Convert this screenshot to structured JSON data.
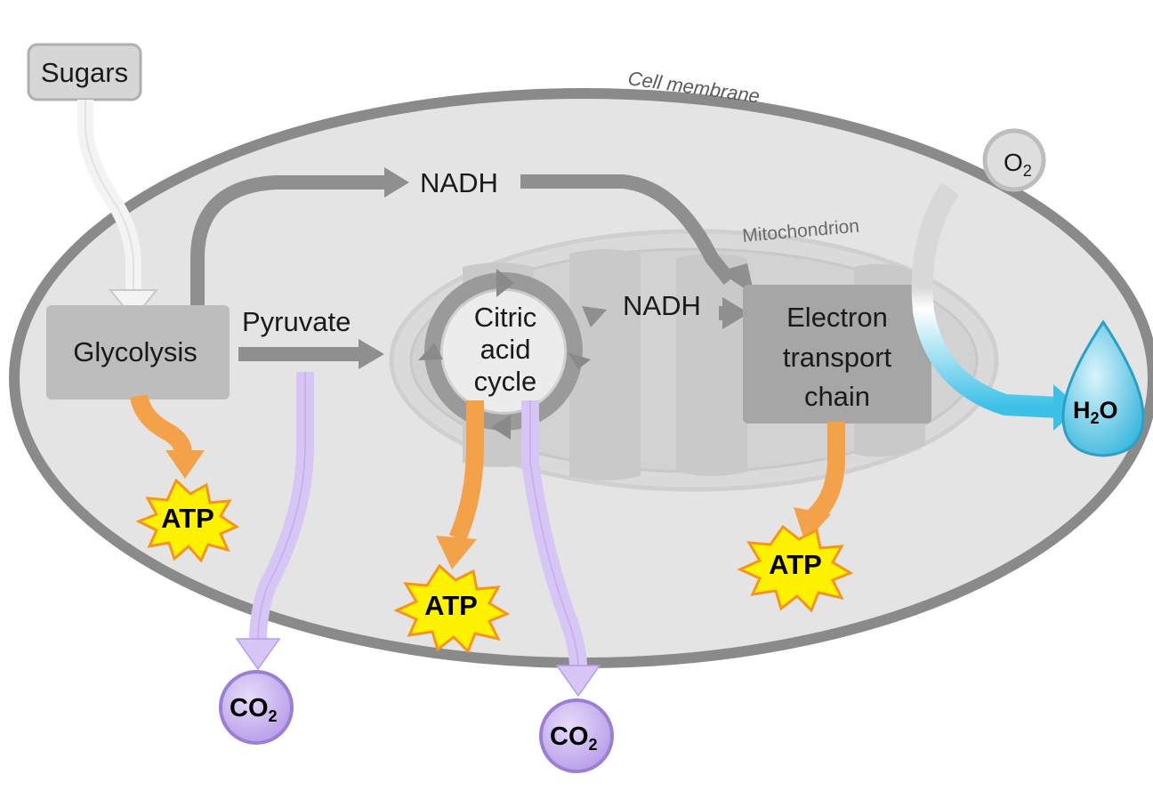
{
  "labels": {
    "cell_membrane": "Cell membrane",
    "mitochondrion": "Mitochondrion",
    "sugars": "Sugars",
    "glycolysis": "Glycolysis",
    "pyruvate": "Pyruvate",
    "nadh_top": "NADH",
    "nadh_mid": "NADH",
    "citric_1": "Citric",
    "citric_2": "acid",
    "citric_3": "cycle",
    "etc_1": "Electron",
    "etc_2": "transport",
    "etc_3": "chain",
    "o2_main": "O",
    "o2_sub": "2",
    "h2o_h": "H",
    "h2o_sub": "2",
    "h2o_o": "O",
    "atp_glycolysis": "ATP",
    "atp_citric": "ATP",
    "atp_etc": "ATP",
    "co2_left_main": "CO",
    "co2_left_sub": "2",
    "co2_right_main": "CO",
    "co2_right_sub": "2"
  },
  "colors": {
    "cell_fill": "#e4e4e4",
    "cell_stroke": "#8a8a8a",
    "box_fill": "#bdbdbd",
    "box_dark": "#a6a6a6",
    "arrow_gray": "#8f8f8f",
    "arrow_orange": "#f4a24a",
    "arrow_purple": "#d7c6f5",
    "co2_fill": "#c9b3ef",
    "atp_fill": "#fff200",
    "atp_stroke": "#f7941d",
    "water": "#45c4e6"
  }
}
